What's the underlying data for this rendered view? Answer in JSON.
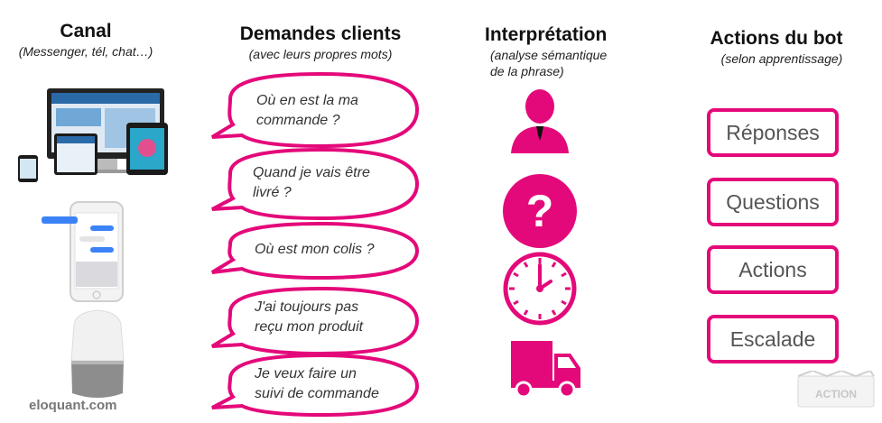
{
  "headers": {
    "canal": {
      "title": "Canal",
      "subtitle": "(Messenger, tél, chat…)"
    },
    "demandes": {
      "title": "Demandes clients",
      "subtitle": "(avec leurs propres mots)"
    },
    "interpretation": {
      "title": "Interprétation",
      "subtitle_line1": "(analyse sémantique",
      "subtitle_line2": "de la phrase)"
    },
    "actions": {
      "title": "Actions du bot",
      "subtitle": "(selon apprentissage)"
    }
  },
  "bubbles": [
    {
      "line1": "Où en est la ma",
      "line2": "commande ?"
    },
    {
      "line1": "Quand je vais être",
      "line2": "livré ?"
    },
    {
      "line1": "Où est mon colis ?",
      "line2": ""
    },
    {
      "line1": "J'ai toujours pas",
      "line2": "reçu mon produit"
    },
    {
      "line1": "Je veux faire un",
      "line2": "suivi de commande"
    }
  ],
  "interpretation_icons": [
    "person-icon",
    "question-icon",
    "clock-icon",
    "truck-icon"
  ],
  "bot_actions": [
    "Réponses",
    "Questions",
    "Actions",
    "Escalade"
  ],
  "footer": {
    "logo": "eloquant.com",
    "stamp": "ACTION"
  },
  "colors": {
    "accent": "#e4097a",
    "text": "#111111",
    "muted": "#555555"
  }
}
